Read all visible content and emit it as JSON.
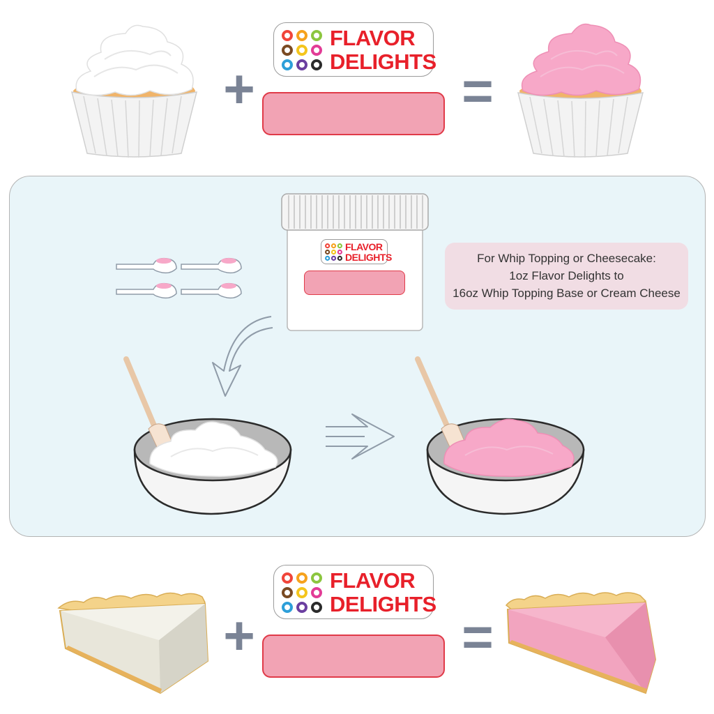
{
  "brand": {
    "line1": "FLAVOR",
    "line2": "DELIGHTS",
    "text_color": "#e8202a",
    "dot_colors": [
      "#f0453a",
      "#f6a21d",
      "#8cc63f",
      "#7a4a22",
      "#f4c51d",
      "#e23c96",
      "#2d9fd9",
      "#6b3fa0",
      "#2b2b2b"
    ]
  },
  "operators": {
    "plus": "+",
    "equals": "="
  },
  "instructions": {
    "line1": "For Whip Topping or Cheesecake:",
    "line2": "1oz Flavor Delights to",
    "line3": "16oz Whip Topping Base or Cream Cheese"
  },
  "colors": {
    "label_fill": "#f2a3b4",
    "label_border": "#e03a48",
    "pink_frosting": "#f7a8c8",
    "panel_bg": "#e9f5f9",
    "info_bg": "#f1dde4",
    "operator_gray": "#7a8395"
  },
  "icons": [
    "cupcake-white",
    "cupcake-pink",
    "jar",
    "measuring-scoop",
    "mixing-bowl",
    "spatula",
    "curved-arrow",
    "right-arrow",
    "pie-slice-white",
    "pie-slice-pink"
  ]
}
